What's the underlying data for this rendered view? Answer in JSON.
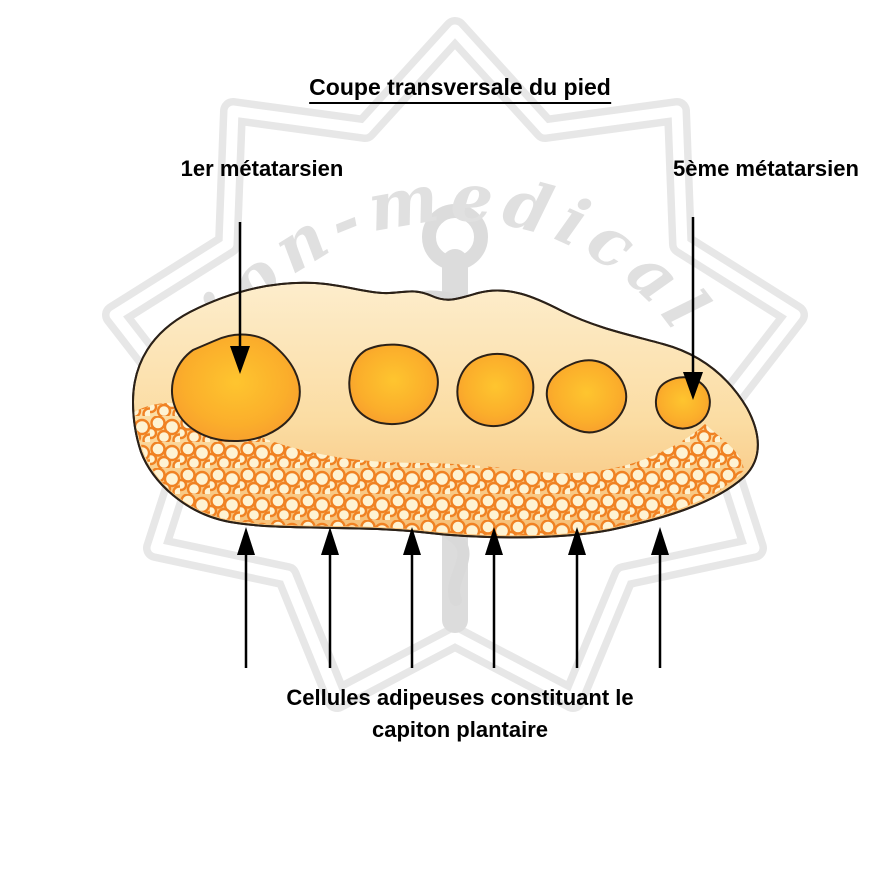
{
  "title": "Coupe transversale du pied",
  "annotations": {
    "first_metatarsal_label": "1er métatarsien",
    "fifth_metatarsal_label": "5ème métatarsien",
    "caption_line1": "Cellules adipeuses constituant le",
    "caption_line2": "capiton plantaire"
  },
  "watermark_text": "thion-medical",
  "diagram": {
    "bone_count": 5,
    "up_arrow_count": 6
  },
  "colors": {
    "foot_fill_top": "#FDEDCC",
    "foot_fill_bottom": "#F6BE75",
    "bone_center": "#FEC52F",
    "bone_edge": "#F79B2E",
    "outline": "#2B2118",
    "fat_cell_stroke": "#F08223",
    "fat_cell_fill": "#FEF3D3",
    "arrow": "#000000",
    "watermark": "#E6E6E6",
    "text": "#000000"
  }
}
